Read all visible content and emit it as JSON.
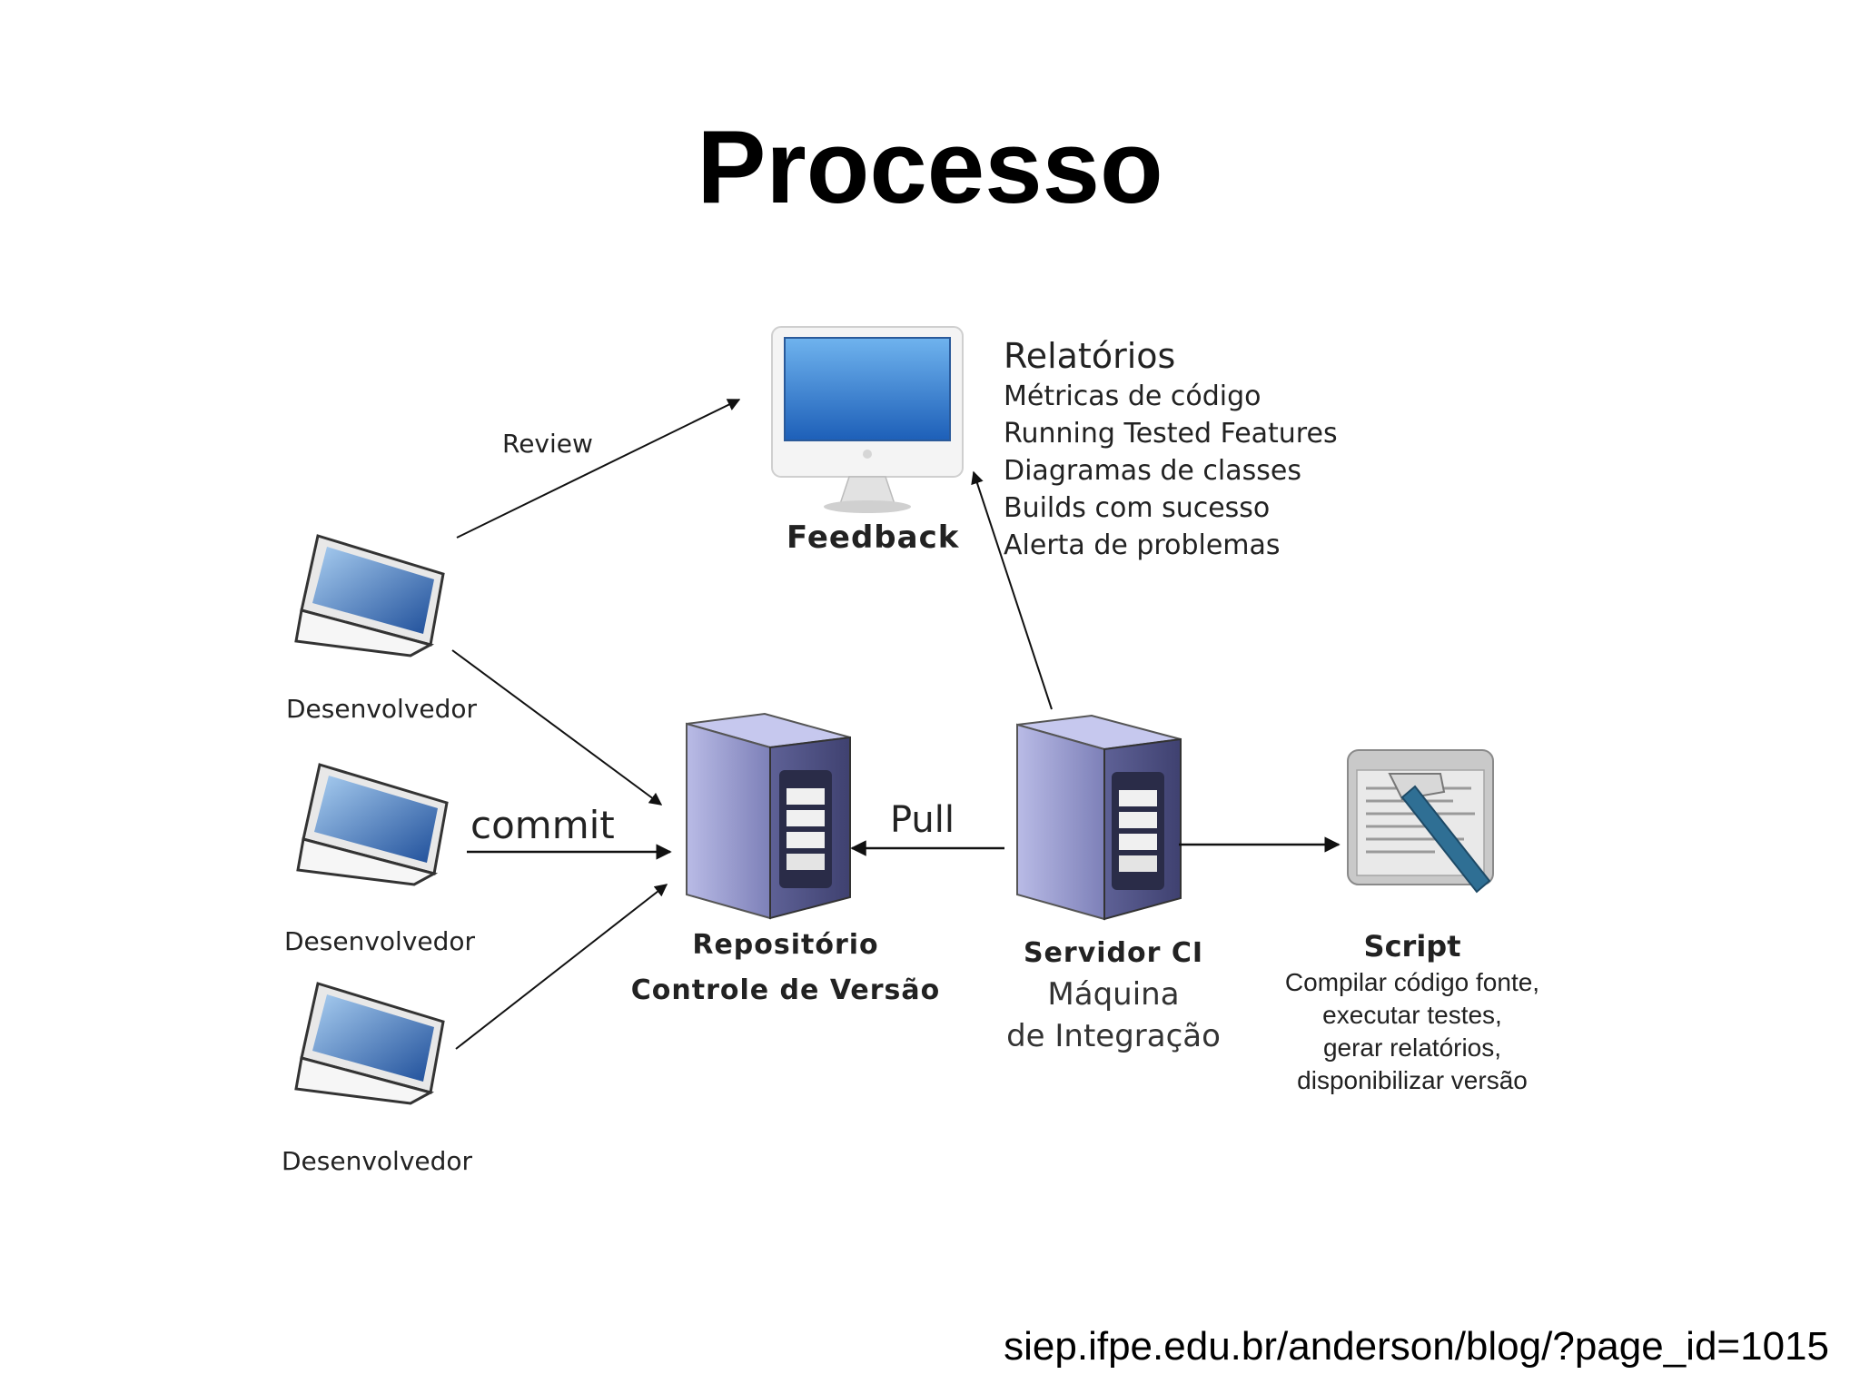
{
  "title": "Processo",
  "source_url": "siep.ifpe.edu.br/anderson/blog/?page_id=1015",
  "nodes": {
    "feedback": {
      "label": "Feedback",
      "reports_title": "Relatórios",
      "reports": [
        "Métricas de código",
        "Running Tested Features",
        "Diagramas de classes",
        "Builds com sucesso",
        "Alerta de problemas"
      ]
    },
    "developers": [
      "Desenvolvedor",
      "Desenvolvedor",
      "Desenvolvedor"
    ],
    "repository": {
      "line1": "Repositório",
      "line2": "Controle de Versão"
    },
    "ci_server": {
      "title": "Servidor CI",
      "line1": "Máquina",
      "line2": "de Integração"
    },
    "script": {
      "title": "Script",
      "lines": [
        "Compilar código fonte,",
        "executar testes,",
        "gerar relatórios,",
        "disponibilizar versão"
      ]
    }
  },
  "edges": {
    "review": "Review",
    "commit": "commit",
    "pull": "Pull"
  },
  "colors": {
    "screen_blue": "#3a7fd0",
    "server_lavender": "#9a9ccf",
    "arrow": "#111111"
  }
}
